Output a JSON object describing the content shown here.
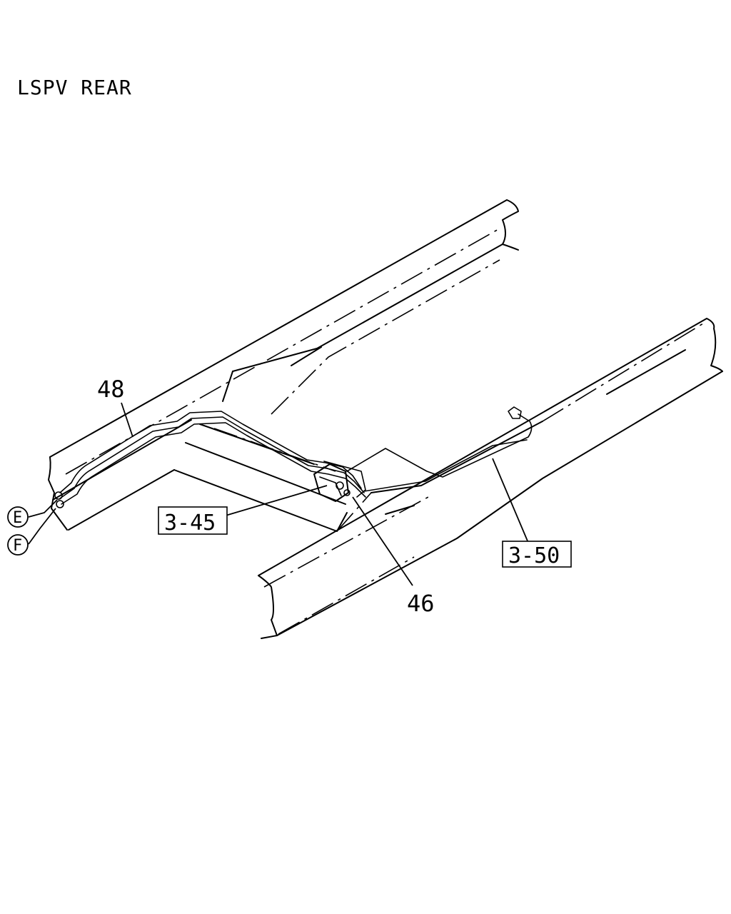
{
  "title": "LSPV REAR",
  "callouts": {
    "pipe_front": "48",
    "lspv_bracket": "46"
  },
  "references": {
    "lspv_valve": "3-45",
    "pipe_rear": "3-50"
  },
  "connectors": {
    "upper": "E",
    "lower": "F"
  }
}
